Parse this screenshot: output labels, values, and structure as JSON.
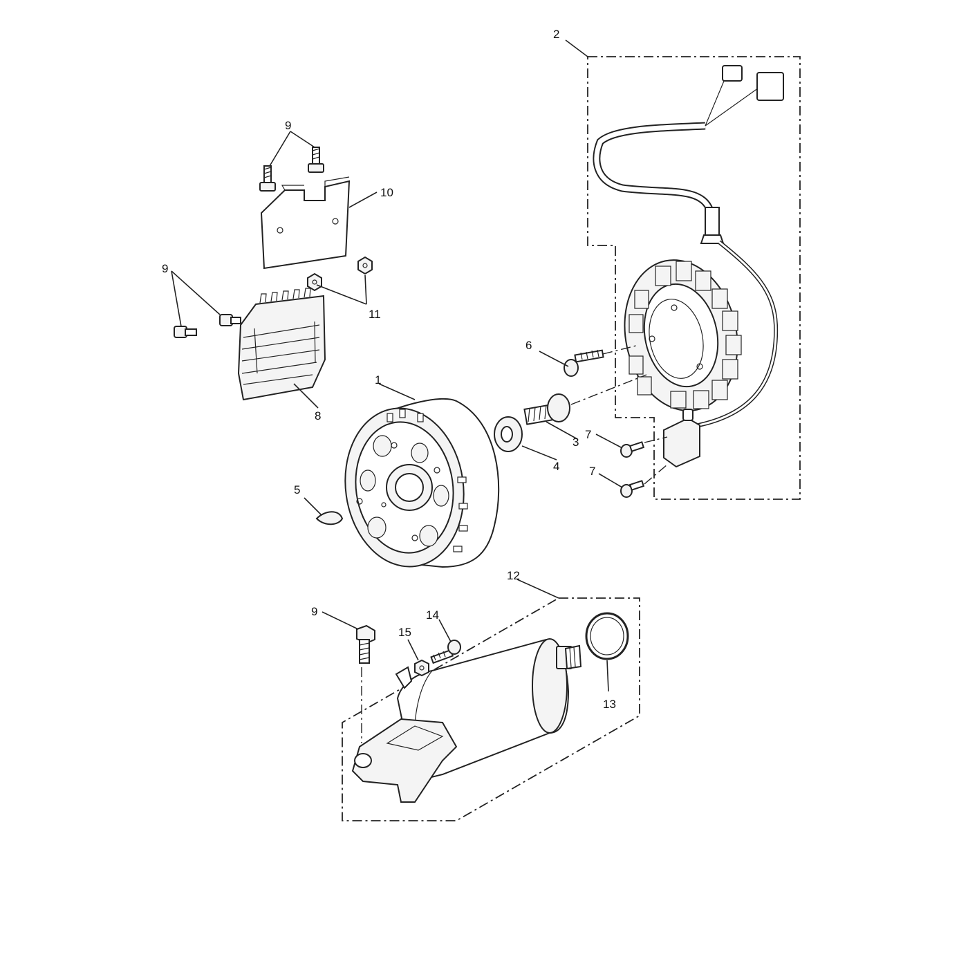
{
  "callouts": {
    "c1": "1",
    "c2": "2",
    "c3": "3",
    "c4": "4",
    "c5": "5",
    "c6": "6",
    "c7a": "7",
    "c7b": "7",
    "c8": "8",
    "c9a": "9",
    "c9b": "9",
    "c9c": "9",
    "c10": "10",
    "c11": "11",
    "c12": "12",
    "c13": "13",
    "c14": "14",
    "c15": "15"
  }
}
